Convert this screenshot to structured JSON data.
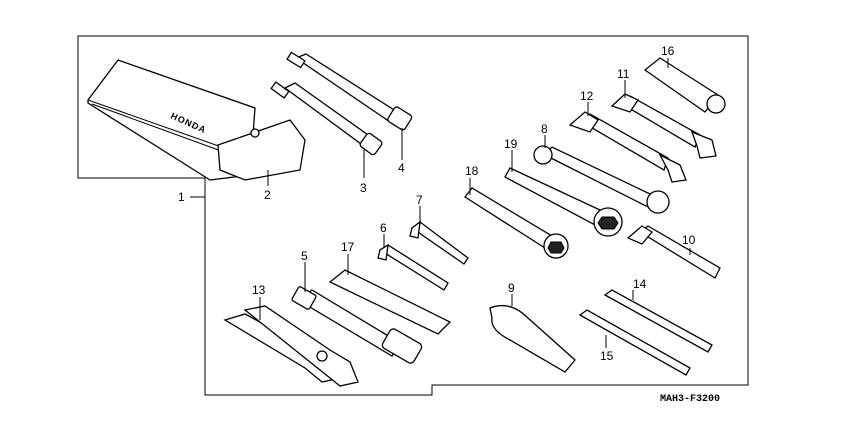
{
  "diagram_code": "MAH3-F3200",
  "brand_text": "HONDA",
  "callouts": [
    "1",
    "2",
    "3",
    "4",
    "5",
    "6",
    "7",
    "8",
    "9",
    "10",
    "11",
    "12",
    "13",
    "14",
    "15",
    "16",
    "17",
    "18",
    "19"
  ]
}
